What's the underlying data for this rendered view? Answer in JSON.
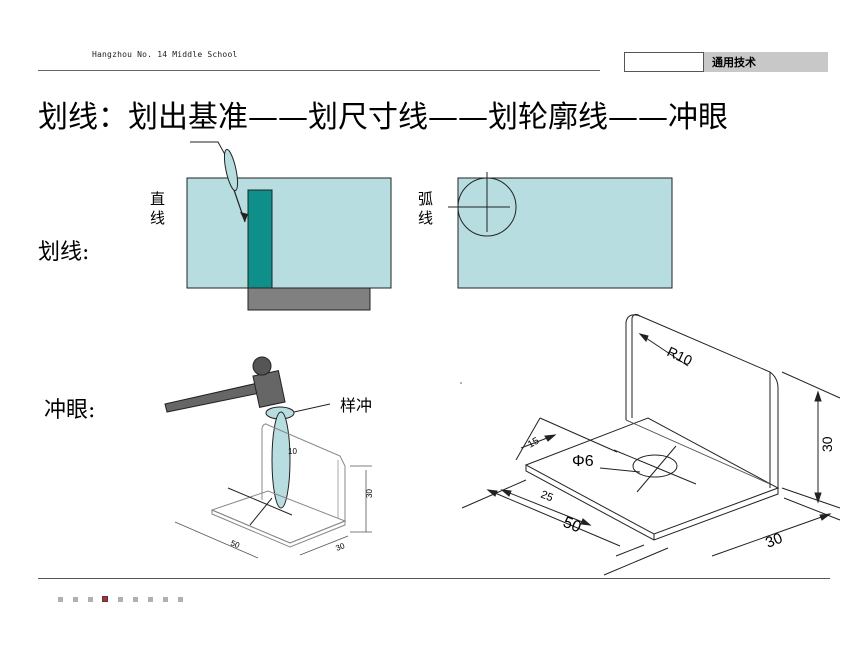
{
  "header": {
    "school": "Hangzhou No. 14 Middle School",
    "course_tag": "通用技术"
  },
  "title": "划线：划出基准——划尺寸线——划轮廓线——冲眼",
  "sections": {
    "scribing_label": "划线:",
    "punching_label": "冲眼:"
  },
  "scribing": {
    "straight_line_label": "直线",
    "arc_line_label": "弧线"
  },
  "punching": {
    "center_punch_label": "样冲",
    "small_dims": {
      "d10": "10",
      "d30h": "30",
      "d50": "50",
      "d30": "30"
    }
  },
  "bracket_drawing": {
    "radius": "R10",
    "hole": "Φ6",
    "dim_15": "15",
    "dim_25": "25",
    "dim_50": "50",
    "dim_30_height": "30",
    "dim_30_depth": "30"
  },
  "pagination": {
    "total": 9,
    "current": 4
  }
}
